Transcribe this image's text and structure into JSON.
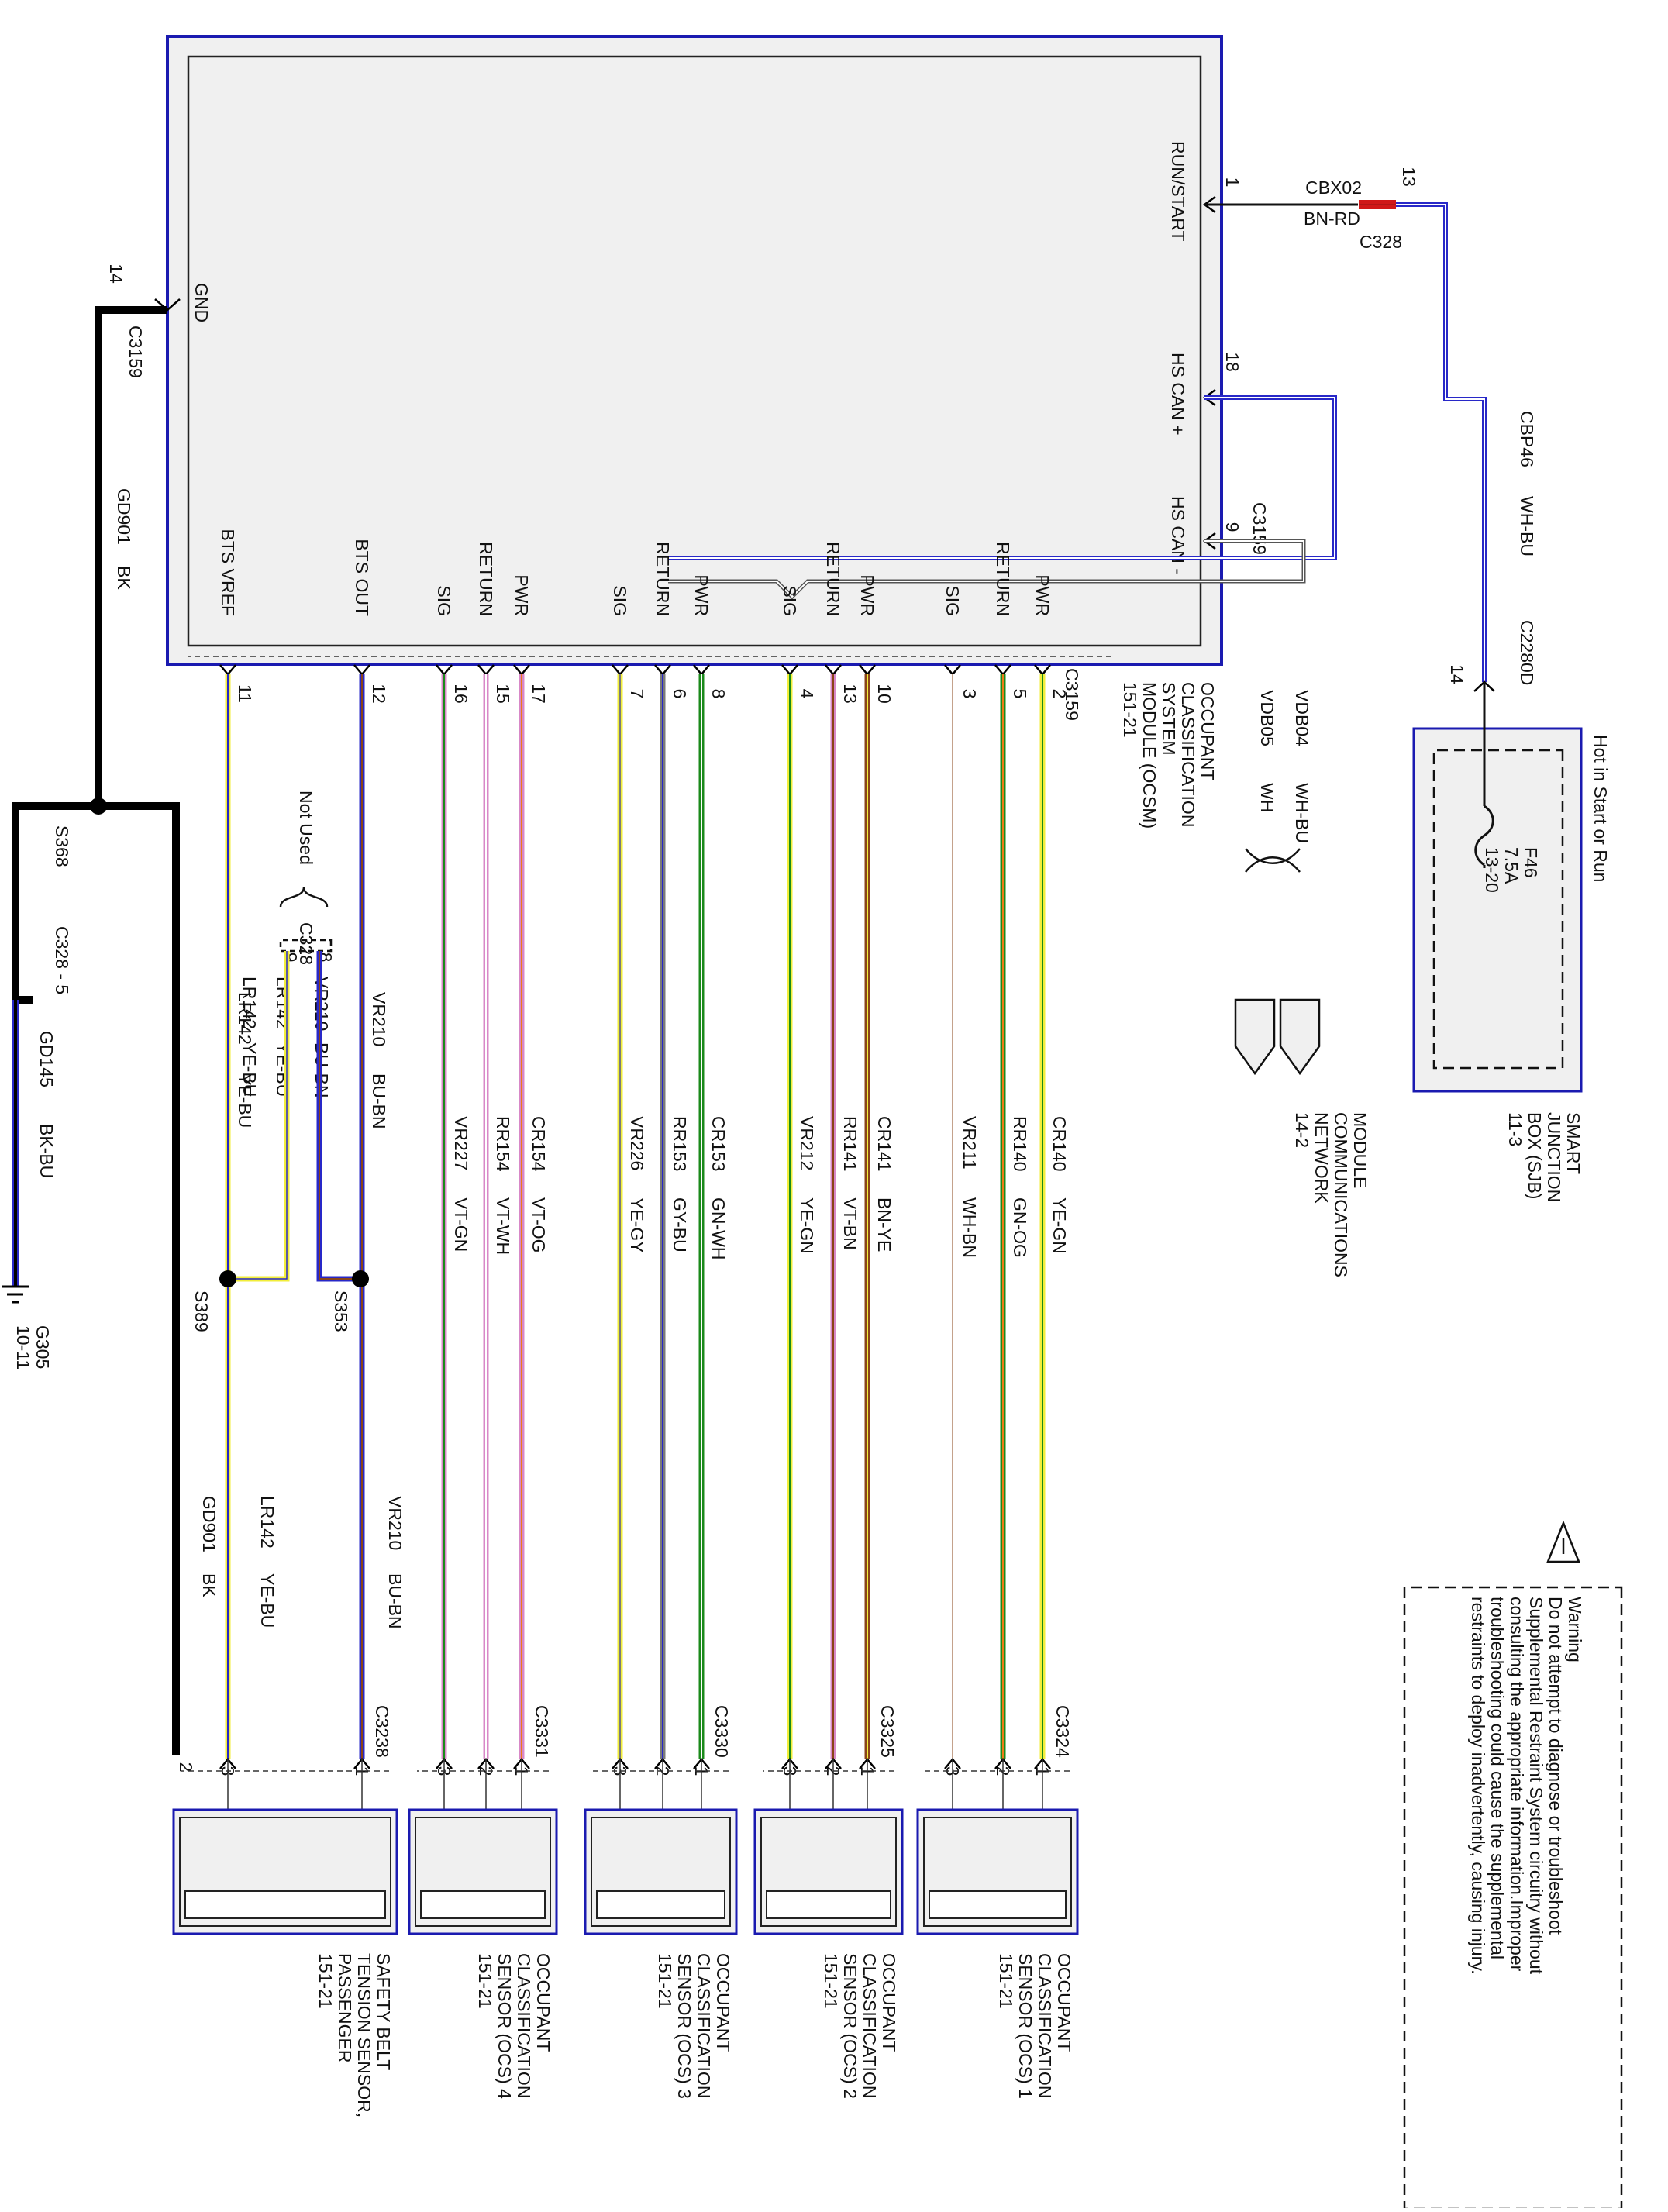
{
  "module": {
    "name_lines": [
      "OCCUPANT",
      "CLASSIFICATION",
      "SYSTEM",
      "MODULE (OCSM)",
      "151-21"
    ],
    "connector": "C3159",
    "colors": {
      "frame": "#1a1ab0",
      "fill": "#f0f0f0"
    }
  },
  "power": {
    "run_start_label": "RUN/START",
    "run_start_pin": "1",
    "cbx02_circuit": "CBX02",
    "cbx02_color_code": "BN-RD",
    "c328_pin": "13",
    "c328_name": "C328",
    "cbp46_circuit": "CBP46",
    "cbp46_color_code": "WH-BU",
    "c2280d_pin": "14",
    "c2280d_name": "C2280D",
    "sjb_header": "Hot in Start or Run",
    "fuse_name": "F46",
    "fuse_rating": "7.5A",
    "fuse_ref": "13-20",
    "sjb_lines": [
      "SMART",
      "JUNCTION",
      "BOX (SJB)",
      "11-3"
    ]
  },
  "network": {
    "can_plus_label": "HS CAN +",
    "can_plus_pin": "18",
    "can_minus_label": "HS CAN -",
    "can_minus_pin": "9",
    "can_connector": "C3159",
    "vdb04_circuit": "VDB04",
    "vdb04_color": "WH-BU",
    "vdb05_circuit": "VDB05",
    "vdb05_color": "WH",
    "network_lines": [
      "MODULE",
      "COMMUNICATIONS",
      "NETWORK",
      "14-2"
    ]
  },
  "ground": {
    "gnd_label": "GND",
    "gnd_pin": "14",
    "gnd_connector": "C3159",
    "gd901_circuit": "GD901",
    "gd901_color": "BK",
    "splice_s368": "S368",
    "c328_inline": "C328 - 5",
    "gd145_circuit": "GD145",
    "gd145_color": "BK-BU",
    "g305_name": "G305",
    "g305_ref": "10-11"
  },
  "pins": [
    {
      "label": "PWR",
      "pin": "2",
      "circuit": "CR140",
      "color": "YE-GN",
      "sensor_pin": "1"
    },
    {
      "label": "RETURN",
      "pin": "5",
      "circuit": "RR140",
      "color": "GN-OG",
      "sensor_pin": "2"
    },
    {
      "label": "SIG",
      "pin": "3",
      "circuit": "VR211",
      "color": "WH-BN",
      "sensor_pin": "3"
    },
    {
      "label": "PWR",
      "pin": "10",
      "circuit": "CR141",
      "color": "BN-YE",
      "sensor_pin": "1"
    },
    {
      "label": "RETURN",
      "pin": "13",
      "circuit": "RR141",
      "color": "VT-BN",
      "sensor_pin": "2"
    },
    {
      "label": "SIG",
      "pin": "4",
      "circuit": "VR212",
      "color": "YE-GN",
      "sensor_pin": "3"
    },
    {
      "label": "PWR",
      "pin": "8",
      "circuit": "CR153",
      "color": "GN-WH",
      "sensor_pin": "1"
    },
    {
      "label": "RETURN",
      "pin": "6",
      "circuit": "RR153",
      "color": "GY-BU",
      "sensor_pin": "2"
    },
    {
      "label": "SIG",
      "pin": "7",
      "circuit": "VR226",
      "color": "YE-GY",
      "sensor_pin": "3"
    },
    {
      "label": "PWR",
      "pin": "17",
      "circuit": "CR154",
      "color": "VT-OG",
      "sensor_pin": "1"
    },
    {
      "label": "RETURN",
      "pin": "15",
      "circuit": "RR154",
      "color": "VT-WH",
      "sensor_pin": "2"
    },
    {
      "label": "SIG",
      "pin": "16",
      "circuit": "VR227",
      "color": "VT-GN",
      "sensor_pin": "3"
    },
    {
      "label": "BTS OUT",
      "pin": "12",
      "circuit": "VR210",
      "color": "BU-BN",
      "sensor_pin": "1"
    },
    {
      "label": "BTS VREF",
      "pin": "11",
      "circuit": "LR142",
      "color": "YE-BU",
      "sensor_pin": "3"
    }
  ],
  "bts_extra": {
    "not_used": "Not Used",
    "c328_name": "C328",
    "pin8": "8",
    "pin9": "9",
    "vr210_stub": "VR210",
    "vr210_stub_color": "BU-BN",
    "lr142_stub1": "LR142",
    "lr142_stub1_color": "YE-BU",
    "lr142_stub2": "LR142",
    "lr142_stub2_color": "YE-BU",
    "s353": "S353",
    "s389": "S389",
    "gd901_circuit": "GD901",
    "gd901_color": "BK",
    "bts_gnd_pin": "2",
    "vr210_lower": "VR210",
    "vr210_lower_color": "BU-BN",
    "lr142_lower": "LR142",
    "lr142_lower_color": "YE-BU"
  },
  "sensors": [
    {
      "connector": "C3324",
      "lines": [
        "OCCUPANT",
        "CLASSIFICATION",
        "SENSOR (OCS) 1",
        "151-21"
      ]
    },
    {
      "connector": "C3325",
      "lines": [
        "OCCUPANT",
        "CLASSIFICATION",
        "SENSOR (OCS) 2",
        "151-21"
      ]
    },
    {
      "connector": "C3330",
      "lines": [
        "OCCUPANT",
        "CLASSIFICATION",
        "SENSOR (OCS) 3",
        "151-21"
      ]
    },
    {
      "connector": "C3331",
      "lines": [
        "OCCUPANT",
        "CLASSIFICATION",
        "SENSOR (OCS) 4",
        "151-21"
      ]
    },
    {
      "connector": "C3238",
      "lines": [
        "SAFETY BELT",
        "TENSION SENSOR,",
        "PASSENGER",
        "151-21"
      ]
    }
  ],
  "warning": {
    "title": "Warning",
    "lines": [
      "Do not attempt to diagnose or troubleshoot",
      "Supplemental Restraint System circuitry without",
      "consulting the appropriate information.Improper",
      "troubleshooting could cause the supplemental",
      "restraints to deploy inadvertently, causing injury."
    ],
    "icon": "warning-triangle-icon"
  },
  "wire_colors": {
    "YE": "#f2ee3a",
    "GN": "#1b8a1b",
    "WH": "#ffffff",
    "BN": "#8a4418",
    "VT": "#d888c8",
    "GY": "#7a7a7a",
    "BU": "#2828c8",
    "OG": "#ee7a18",
    "BK": "#000000",
    "RD": "#d01818"
  }
}
